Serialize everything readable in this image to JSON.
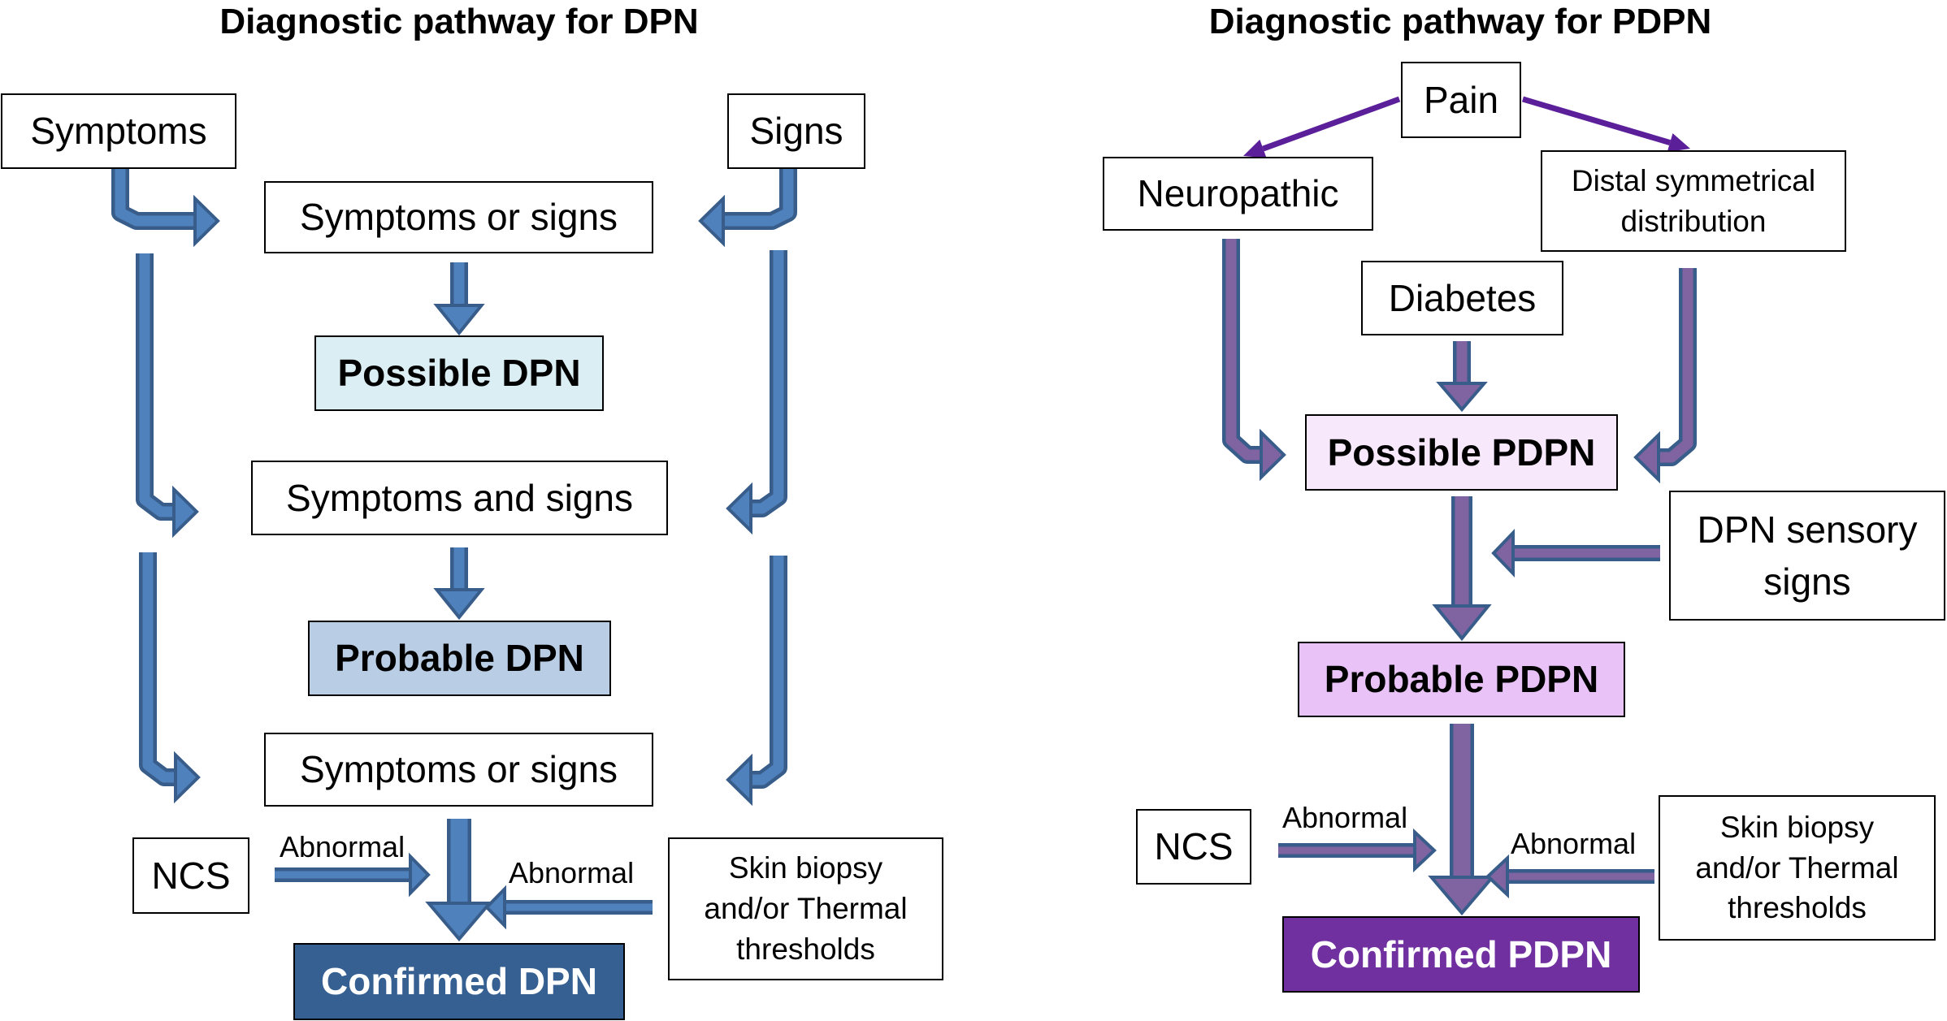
{
  "left": {
    "title": "Diagnostic pathway for DPN",
    "symptoms": "Symptoms",
    "signs": "Signs",
    "symptoms_or_signs_1": "Symptoms or signs",
    "possible": "Possible DPN",
    "symptoms_and_signs": "Symptoms and signs",
    "probable": "Probable DPN",
    "symptoms_or_signs_2": "Symptoms or signs",
    "ncs": "NCS",
    "abnormal_ncs": "Abnormal",
    "abnormal_skin": "Abnormal",
    "skin": [
      "Skin biopsy",
      "and/or Thermal",
      "thresholds"
    ],
    "confirmed": "Confirmed DPN",
    "colors": {
      "possible": "#DAEEF3",
      "probable": "#B9CDE5",
      "confirmed": "#376092",
      "arrow_fill": "#4F81BD",
      "arrow_stroke": "#385D8A"
    }
  },
  "right": {
    "title": "Diagnostic pathway for PDPN",
    "pain": "Pain",
    "neuropathic": "Neuropathic",
    "distal": [
      "Distal symmetrical",
      "distribution"
    ],
    "diabetes": "Diabetes",
    "possible": "Possible PDPN",
    "dpn_sensory": [
      "DPN sensory",
      "signs"
    ],
    "probable": "Probable PDPN",
    "ncs": "NCS",
    "abnormal_ncs": "Abnormal",
    "abnormal_skin": "Abnormal",
    "skin": [
      "Skin biopsy",
      "and/or Thermal",
      "thresholds"
    ],
    "confirmed": "Confirmed PDPN",
    "colors": {
      "possible": "#F8E8FC",
      "probable": "#E9C3F7",
      "confirmed": "#7030A0",
      "arrow_fill": "#8064A2",
      "arrow_stroke": "#385D8A",
      "thin_arrow": "#5B1F9A"
    }
  }
}
